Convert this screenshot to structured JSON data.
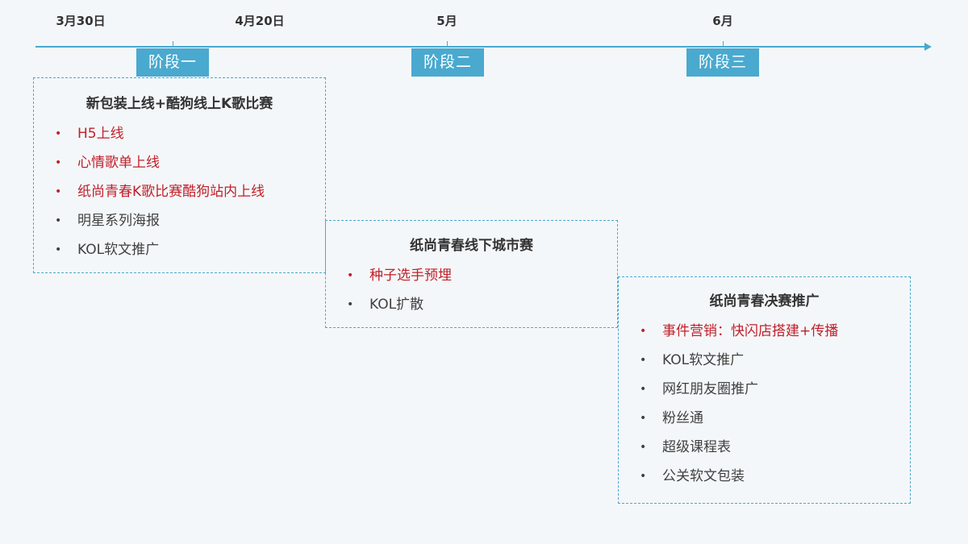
{
  "timeline": {
    "dates": [
      "3月30日",
      "4月20日",
      "5月",
      "6月"
    ],
    "stages": [
      "阶段一",
      "阶段二",
      "阶段三"
    ]
  },
  "colors": {
    "accent": "#4aa9cf",
    "highlight_text": "#c0202a",
    "normal_text": "#404040"
  },
  "phases": [
    {
      "title": "新包装上线+酷狗线上K歌比赛",
      "items": [
        {
          "text": "H5上线",
          "highlight": true
        },
        {
          "text": "心情歌单上线",
          "highlight": true
        },
        {
          "text": "纸尚青春K歌比赛酷狗站内上线",
          "highlight": true
        },
        {
          "text": "明星系列海报",
          "highlight": false
        },
        {
          "text": "KOL软文推广",
          "highlight": false
        }
      ]
    },
    {
      "title": "纸尚青春线下城市赛",
      "items": [
        {
          "text": "种子选手预埋",
          "highlight": true
        },
        {
          "text": "KOL扩散",
          "highlight": false
        }
      ]
    },
    {
      "title": "纸尚青春决赛推广",
      "items": [
        {
          "text": "事件营销：快闪店搭建+传播",
          "highlight": true
        },
        {
          "text": "KOL软文推广",
          "highlight": false
        },
        {
          "text": "网红朋友圈推广",
          "highlight": false
        },
        {
          "text": "粉丝通",
          "highlight": false
        },
        {
          "text": "超级课程表",
          "highlight": false
        },
        {
          "text": "公关软文包装",
          "highlight": false
        }
      ]
    }
  ]
}
